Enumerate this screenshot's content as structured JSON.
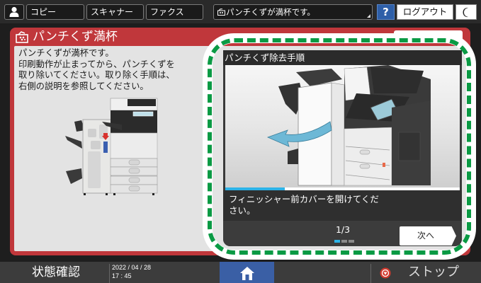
{
  "topbar": {
    "user_icon": "user-icon",
    "tabs": [
      {
        "label": "コピー"
      },
      {
        "label": "スキャナー"
      },
      {
        "label": "ファクス"
      }
    ],
    "status_message": "パンチくずが満杯です。",
    "status_icon": "punch-waste-icon",
    "help_label": "?",
    "logout_label": "ログアウト",
    "sleep_icon": "moon-icon"
  },
  "alert": {
    "title": "パンチくず満杯",
    "title_icon": "punch-waste-icon",
    "message": "パンチくずが満杯です。\n印刷動作が止まってから、パンチくずを\n取り除いてください。取り除く手順は、\n右側の説明を参照してください。",
    "accent_color": "#c0373b"
  },
  "procedure": {
    "title": "パンチくず除去手順",
    "step_text": "フィニッシャー前カバーを開けてくだ\nさい。",
    "page_indicator": "1/3",
    "current_page": 1,
    "total_pages": 3,
    "progress_color": "#2cb3e8",
    "next_label": "次へ"
  },
  "highlight": {
    "color": "#0a9a44"
  },
  "bottombar": {
    "status_check_label": "状態確認",
    "date": "2022 / 04 / 28",
    "time": "17 : 45",
    "home_icon": "home-icon",
    "stop_icon": "stop-icon",
    "stop_label": "ストップ"
  }
}
